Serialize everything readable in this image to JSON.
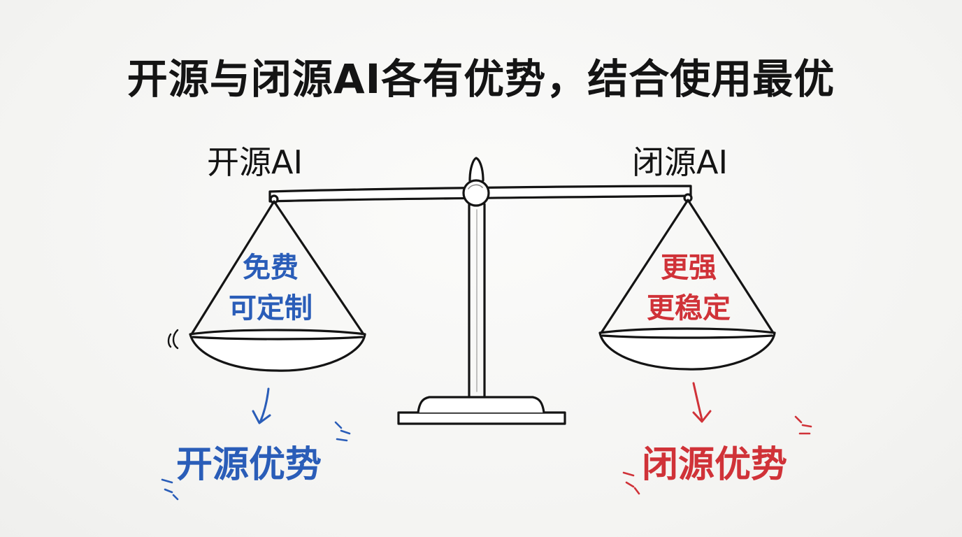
{
  "title": "开源与闭源AI各有优势，结合使用最优",
  "left_side": {
    "label": "开源AI",
    "pan_lines": [
      "免费",
      "可定制"
    ],
    "outcome": "开源优势",
    "color": "#2a5db8"
  },
  "right_side": {
    "label": "闭源AI",
    "pan_lines": [
      "更强",
      "更稳定"
    ],
    "outcome": "闭源优势",
    "color": "#d03238"
  },
  "ink_color": "#141414"
}
